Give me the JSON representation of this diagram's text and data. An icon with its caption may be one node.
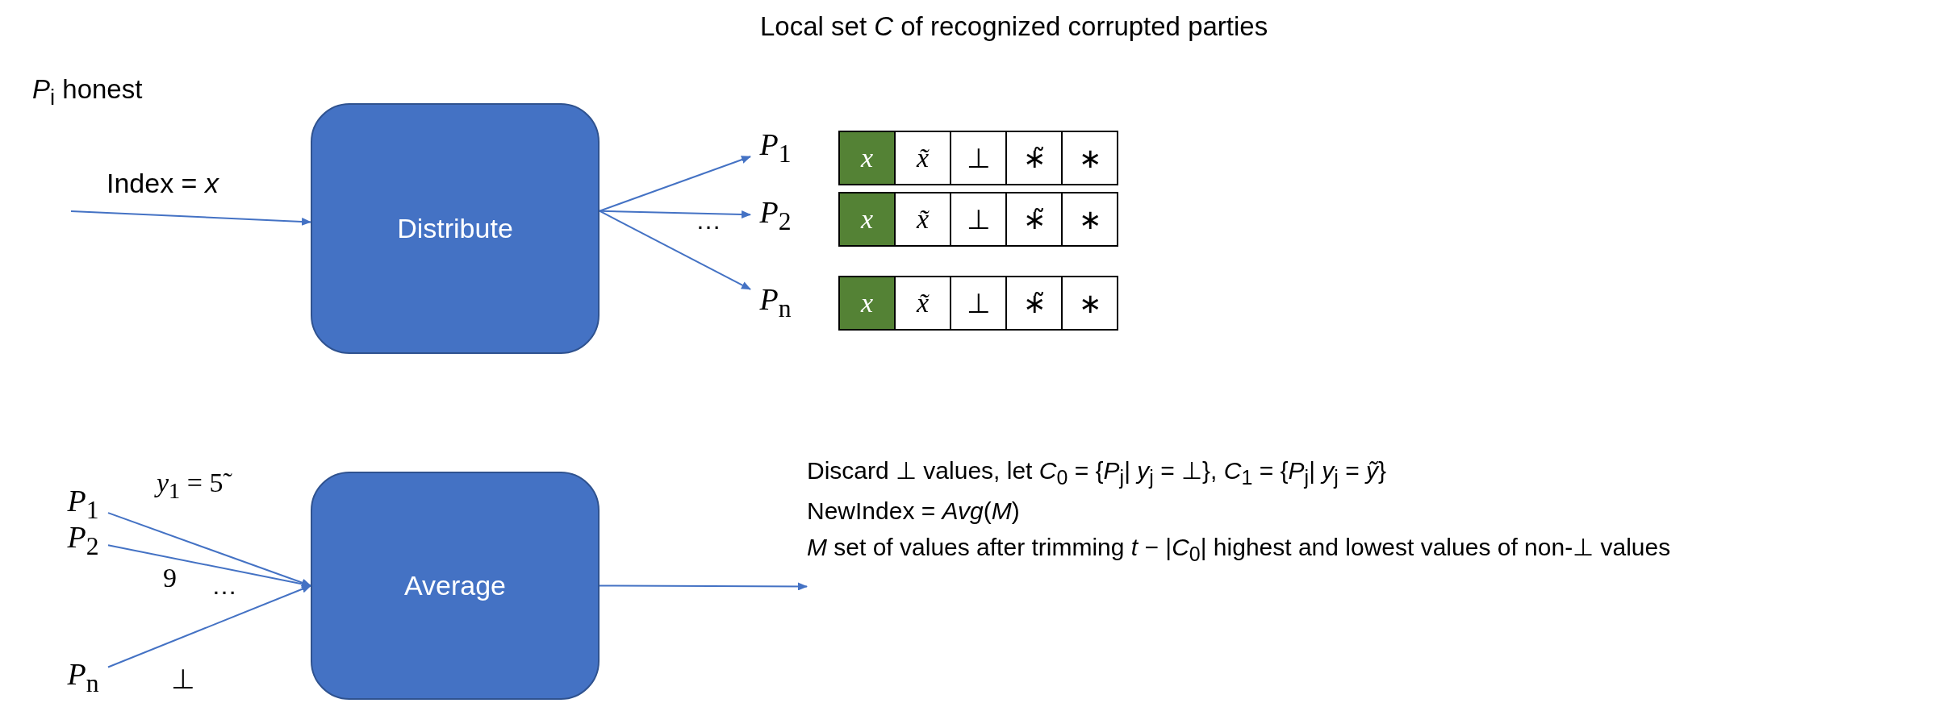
{
  "diagram": {
    "nodes": [
      {
        "text": [
          "Distribute"
        ]
      },
      {
        "text": [
          "*P*$_{1}$"
        ]
      },
      {
        "text": [
          "*x*"
        ]
      },
      {
        "text": [
          "*x̃*"
        ]
      },
      {
        "text": [
          "⊥"
        ]
      },
      {
        "text": [
          "∗̃"
        ]
      },
      {
        "text": [
          "∗"
        ]
      },
      {
        "text": [
          "*P*$_{2}$"
        ]
      },
      {
        "text": [
          "*x*"
        ]
      },
      {
        "text": [
          "*x̃*"
        ]
      },
      {
        "text": [
          "⊥"
        ]
      },
      {
        "text": [
          "∗̃"
        ]
      },
      {
        "text": [
          "∗"
        ]
      },
      {
        "text": [
          "*P*$_{n}$"
        ]
      },
      {
        "text": [
          "*x*"
        ]
      },
      {
        "text": [
          "*x̃*"
        ]
      },
      {
        "text": [
          "⊥"
        ]
      },
      {
        "text": [
          "∗̃"
        ]
      },
      {
        "text": [
          "∗"
        ]
      },
      {
        "text": [
          "*P*$_{1}$"
        ]
      },
      {
        "text": [
          "*P*$_{2}$"
        ]
      },
      {
        "text": [
          "*P*$_{n}$"
        ]
      },
      {
        "text": [
          "Average"
        ]
      },
      {
        "text": [
          "Discard ⊥ values, let *C*$_{0}$ = {*P*$_{j}$| *y*$_{j}$ = ⊥}, *C*$_{1}$ = {*P*$_{j}$| *y*$_{j}$ = *ỹ*}",
          "NewIndex = *Avg*(*M*)",
          "*M* set of values after trimming *t* − |*C*$_{0}$| highest and lowest values of non-⊥ values"
        ]
      }
    ],
    "edges": [
      {
        "from": null,
        "to": 0,
        "arrow": "to",
        "label": "Index = *x*"
      },
      {
        "from": 0,
        "to": 1,
        "arrow": "to"
      },
      {
        "from": 0,
        "to": 7,
        "arrow": "to"
      },
      {
        "from": 0,
        "to": 13,
        "arrow": "to"
      },
      {
        "from": 19,
        "to": 22,
        "arrow": "to",
        "label": "*y*$_{1}$ = 5̃"
      },
      {
        "from": 20,
        "to": 22,
        "arrow": "to",
        "label": "9"
      },
      {
        "from": 21,
        "to": 22,
        "arrow": "to",
        "label": "⊥"
      },
      {
        "from": 22,
        "to": 23,
        "arrow": "to"
      }
    ],
    "labels": [
      "Local set *C* of recognized corrupted parties",
      "*P*$_{i}$ honest",
      "…",
      "…"
    ]
  }
}
